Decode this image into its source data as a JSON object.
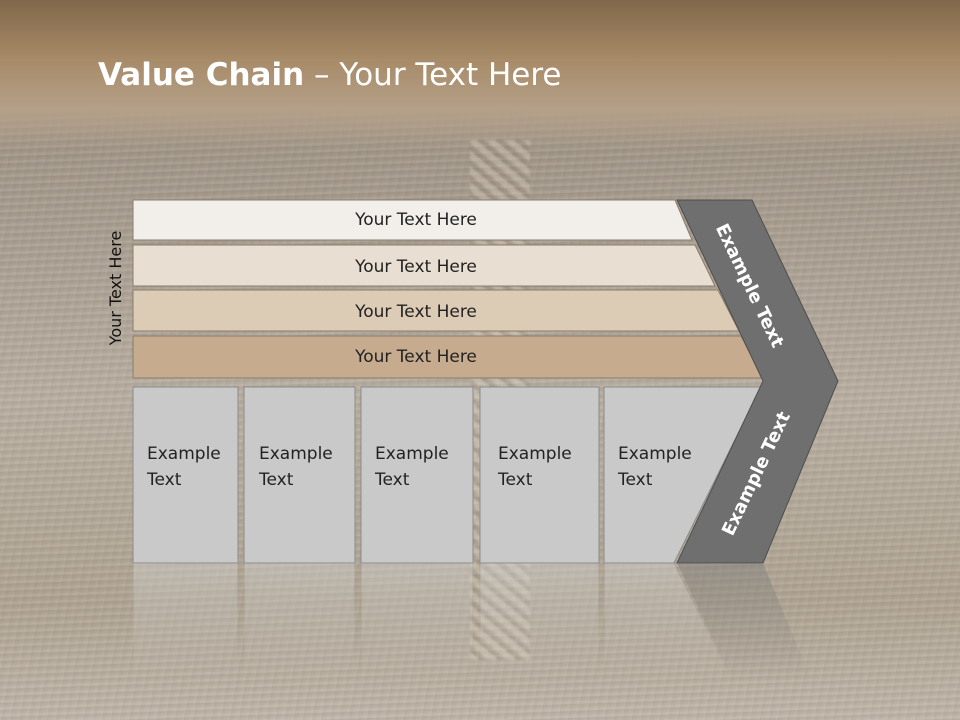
{
  "title": {
    "bold": "Value Chain",
    "rest": " – Your Text Here"
  },
  "side_label": "Your Text Here",
  "bands": [
    {
      "label": "Your Text Here",
      "color": "#f2efea"
    },
    {
      "label": "Your Text Here",
      "color": "#e8ded2"
    },
    {
      "label": "Your Text Here",
      "color": "#dcccb6"
    },
    {
      "label": "Your Text Here",
      "color": "#c6ab8e"
    }
  ],
  "columns": [
    {
      "line1": "Example",
      "line2": "Text"
    },
    {
      "line1": "Example",
      "line2": "Text"
    },
    {
      "line1": "Example",
      "line2": "Text"
    },
    {
      "line1": "Example",
      "line2": "Text"
    },
    {
      "line1": "Example",
      "line2": "Text"
    }
  ],
  "chevron": {
    "upper_label": "Example Text",
    "lower_label": "Example Text",
    "color": "#6f6f6f"
  },
  "column_color": "#c9c9c9"
}
